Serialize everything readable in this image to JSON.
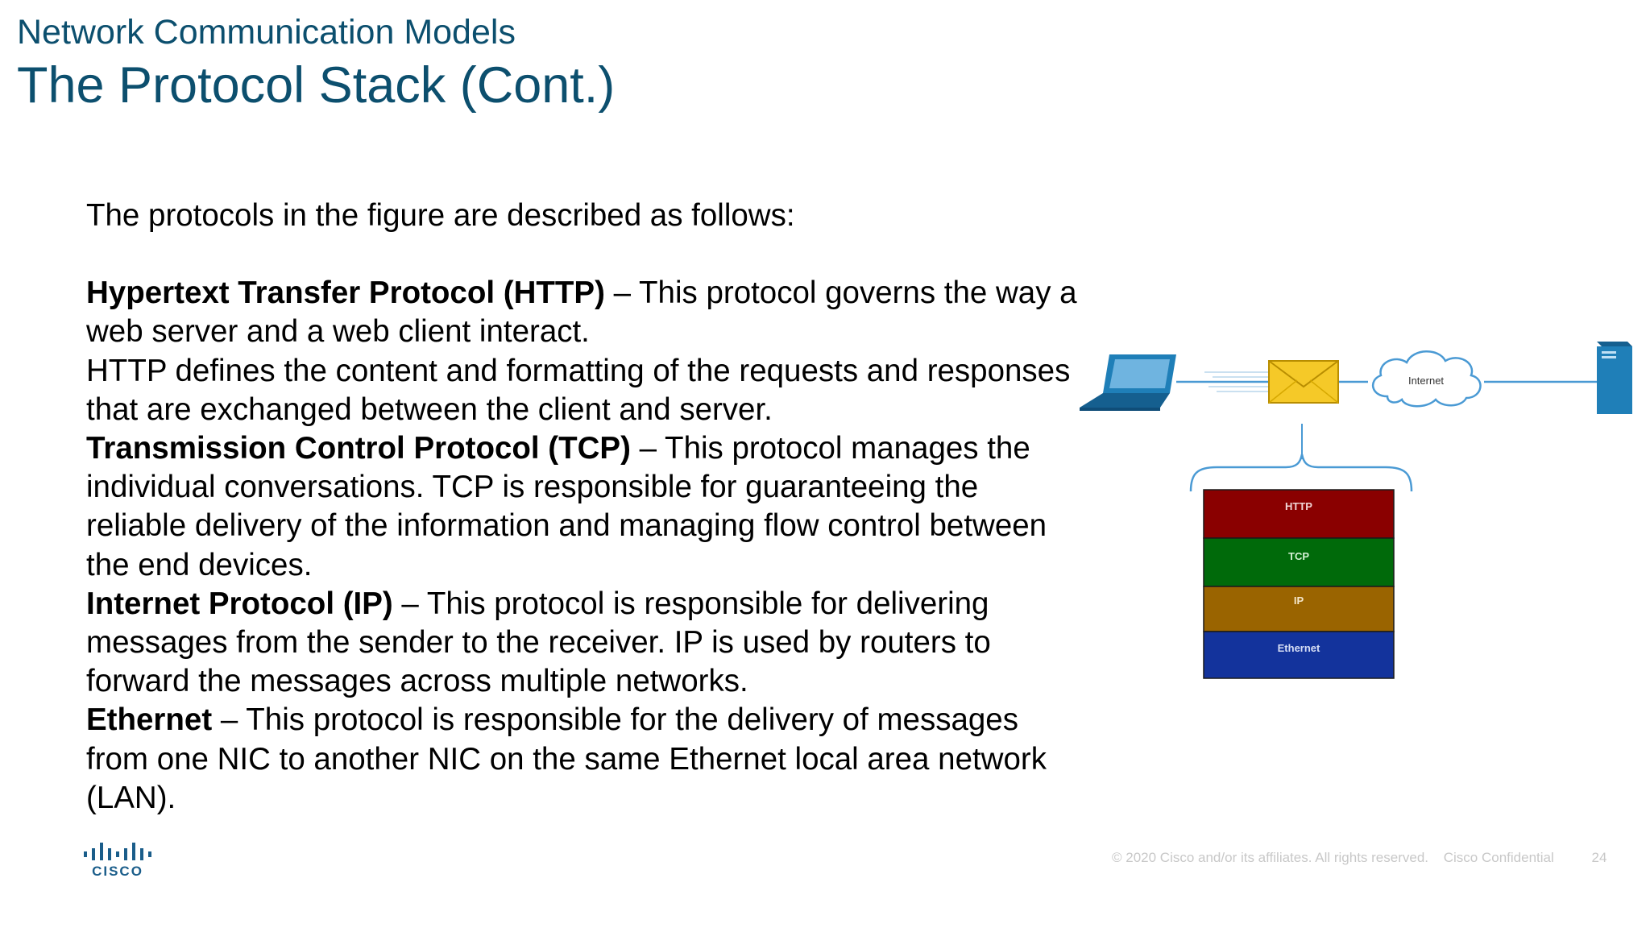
{
  "header": {
    "section_title": "Network Communication Models",
    "slide_title": "The Protocol Stack (Cont.)"
  },
  "content": {
    "intro": "The protocols in the figure are described as follows:",
    "http": {
      "term": "Hypertext Transfer Protocol (HTTP)",
      "text": " – This protocol governs the way a web server and a web client interact.",
      "extra": "HTTP defines the content and formatting of the requests and responses that are exchanged between the client and server."
    },
    "tcp": {
      "term": "Transmission Control Protocol (TCP)",
      "text": " – This protocol manages the individual conversations. TCP is responsible for guaranteeing the reliable delivery of the information and managing flow control between the end devices."
    },
    "ip": {
      "term": "Internet Protocol (IP)",
      "text": " – This protocol is responsible for delivering messages from the sender to the receiver. IP is used by routers to forward the messages across multiple networks."
    },
    "ethernet": {
      "term": "Ethernet",
      "text": " – This protocol is responsible for the delivery of messages from one NIC to another NIC on the same Ethernet local area network (LAN)."
    }
  },
  "figure": {
    "cloud_label": "Internet",
    "stack": [
      {
        "label": "HTTP",
        "color": "#8a0000"
      },
      {
        "label": "TCP",
        "color": "#006a0a"
      },
      {
        "label": "IP",
        "color": "#9a6400"
      },
      {
        "label": "Ethernet",
        "color": "#13339c"
      }
    ],
    "link_color": "#4a9ad4",
    "device_color": "#1f7fb8",
    "envelope_color": "#f5c928"
  },
  "footer": {
    "copyright": "© 2020  Cisco and/or its affiliates. All rights reserved.",
    "confidential": "Cisco Confidential",
    "page_number": "24"
  },
  "logo": {
    "text": "CISCO",
    "color": "#1a5d8a"
  }
}
